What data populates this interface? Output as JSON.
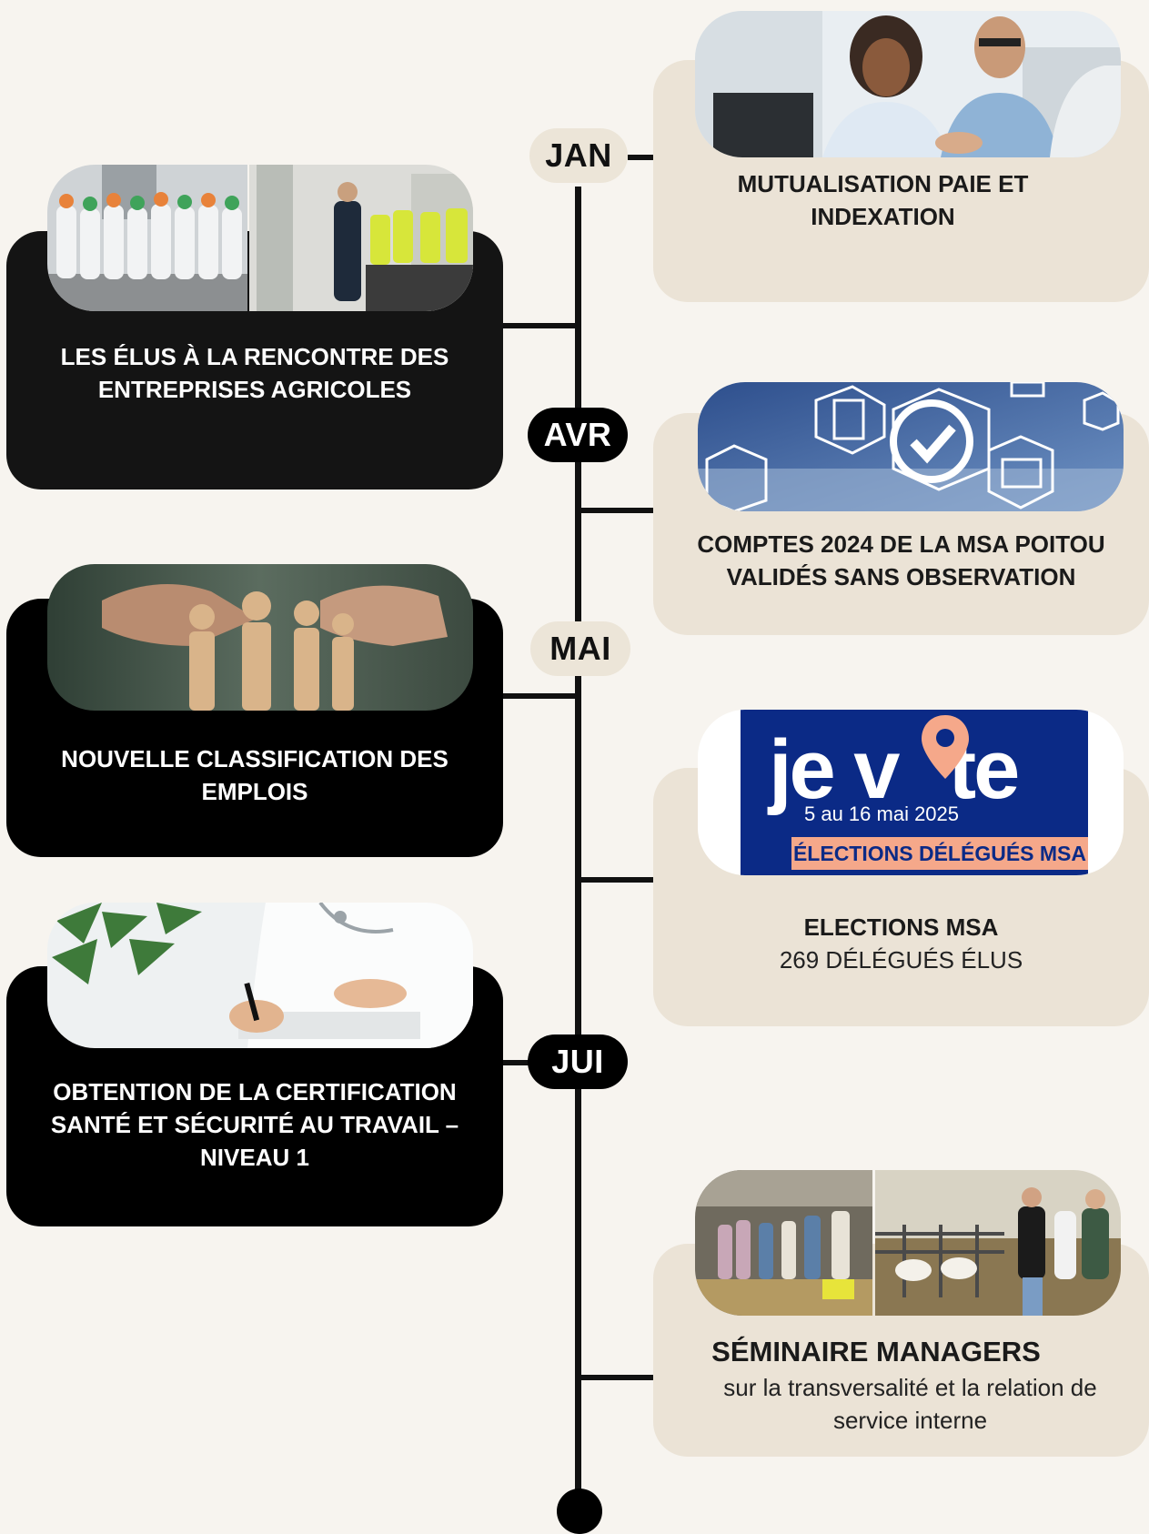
{
  "months": [
    "JAN",
    "AVR",
    "MAI",
    "JUI"
  ],
  "events": [
    {
      "title": "MUTUALISATION PAIE ET INDEXATION"
    },
    {
      "title": "LES ÉLUS À LA RENCONTRE DES ENTREPRISES AGRICOLES"
    },
    {
      "title": "COMPTES 2024 DE LA MSA POITOU VALIDÉS SANS OBSERVATION"
    },
    {
      "title": "NOUVELLE CLASSIFICATION DES EMPLOIS"
    },
    {
      "title": "ELECTIONS MSA",
      "subtitle": "269 DÉLÉGUÉS ÉLUS"
    },
    {
      "title": "OBTENTION DE LA CERTIFICATION SANTÉ ET SÉCURITÉ AU TRAVAIL – NIVEAU 1"
    },
    {
      "title": "SÉMINAIRE MANAGERS",
      "subtitle": "sur la transversalité et la relation de service interne"
    }
  ],
  "vote_poster": {
    "headline_a": "je v",
    "headline_b": "te",
    "dates": "5 au 16 mai 2025",
    "banner": "ÉLECTIONS DÉLÉGUÉS MSA"
  },
  "colors": {
    "background": "#f7f4ef",
    "beige_card": "#ebe3d6",
    "dark_card": "#141414",
    "vote_blue": "#0b2a86",
    "vote_orange": "#f5a88a"
  }
}
